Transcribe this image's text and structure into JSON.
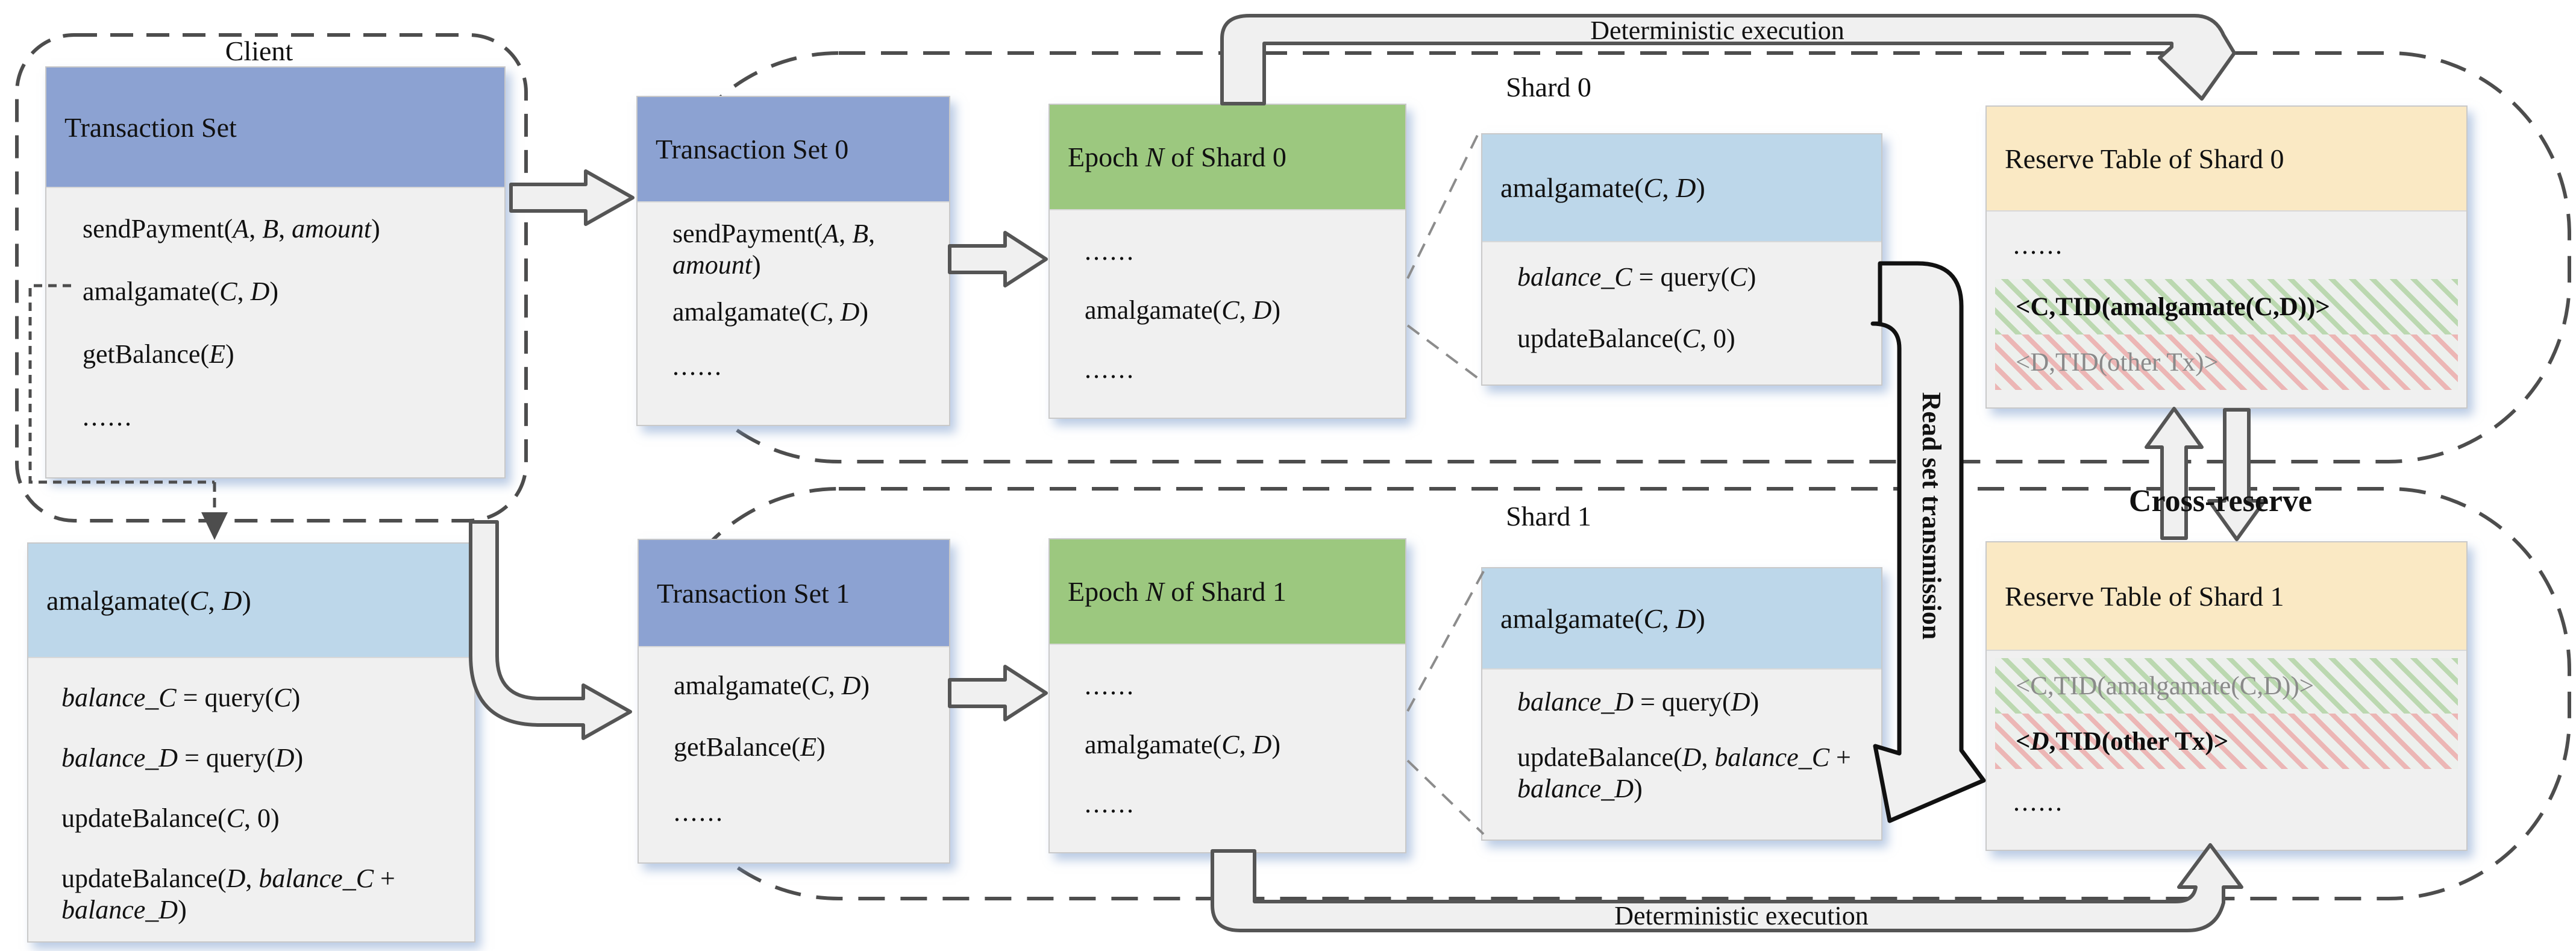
{
  "labels": {
    "client": "Client",
    "shard0": "Shard 0",
    "shard1": "Shard 1",
    "cross_reserve": "Cross-reserve",
    "deterministic_execution_top": "Deterministic execution",
    "deterministic_execution_bottom": "Deterministic execution",
    "read_set_transmission": "Read set transmission"
  },
  "client": {
    "transaction_set": {
      "title": "Transaction Set",
      "items": [
        "sendPayment(*A*, *B*, *amount*)",
        "amalgamate(*C*, *D*)",
        "getBalance(*E*)",
        "......"
      ]
    },
    "detail": {
      "title": "amalgamate(*C*, *D*)",
      "items": [
        "*balance_C* = query(*C*)",
        "*balance_D* = query(*D*)",
        "updateBalance(*C*, 0)",
        "updateBalance(*D*, *balance_C* + *balance_D*)"
      ]
    }
  },
  "shard0": {
    "transaction_set": {
      "title": "Transaction Set 0",
      "items": [
        "sendPayment(*A*, *B*, *amount*)",
        "amalgamate(*C*, *D*)",
        "......"
      ]
    },
    "epoch": {
      "title": "Epoch *N* of Shard 0",
      "items": [
        "......",
        "amalgamate(*C*, *D*)",
        "......"
      ]
    },
    "amalgamate": {
      "title": "amalgamate(*C*, *D*)",
      "items": [
        "*balance_C* = query(*C*)",
        "updateBalance(*C*, 0)"
      ]
    },
    "reserve": {
      "title": "Reserve Table of Shard 0",
      "dots": "......",
      "rows": [
        {
          "text": "<C,TID(amalgamate(C,D))>"
        },
        {
          "text": "<D,TID(other Tx)>"
        }
      ]
    }
  },
  "shard1": {
    "transaction_set": {
      "title": "Transaction Set 1",
      "items": [
        "amalgamate(*C*, *D*)",
        "getBalance(*E*)",
        "......"
      ]
    },
    "epoch": {
      "title": "Epoch *N* of Shard 1",
      "items": [
        "......",
        "amalgamate(*C*, *D*)",
        "......"
      ]
    },
    "amalgamate": {
      "title": "amalgamate(*C*, *D*)",
      "items": [
        "*balance_D* = query(*D*)",
        "updateBalance(*D*, *balance_C* + *balance_D*)"
      ]
    },
    "reserve": {
      "title": "Reserve Table of Shard 1",
      "dots": "......",
      "rows": [
        {
          "text": "<C,TID(amalgamate(C,D))>"
        },
        {
          "text": "<*D*,TID(other Tx)>"
        }
      ]
    }
  }
}
